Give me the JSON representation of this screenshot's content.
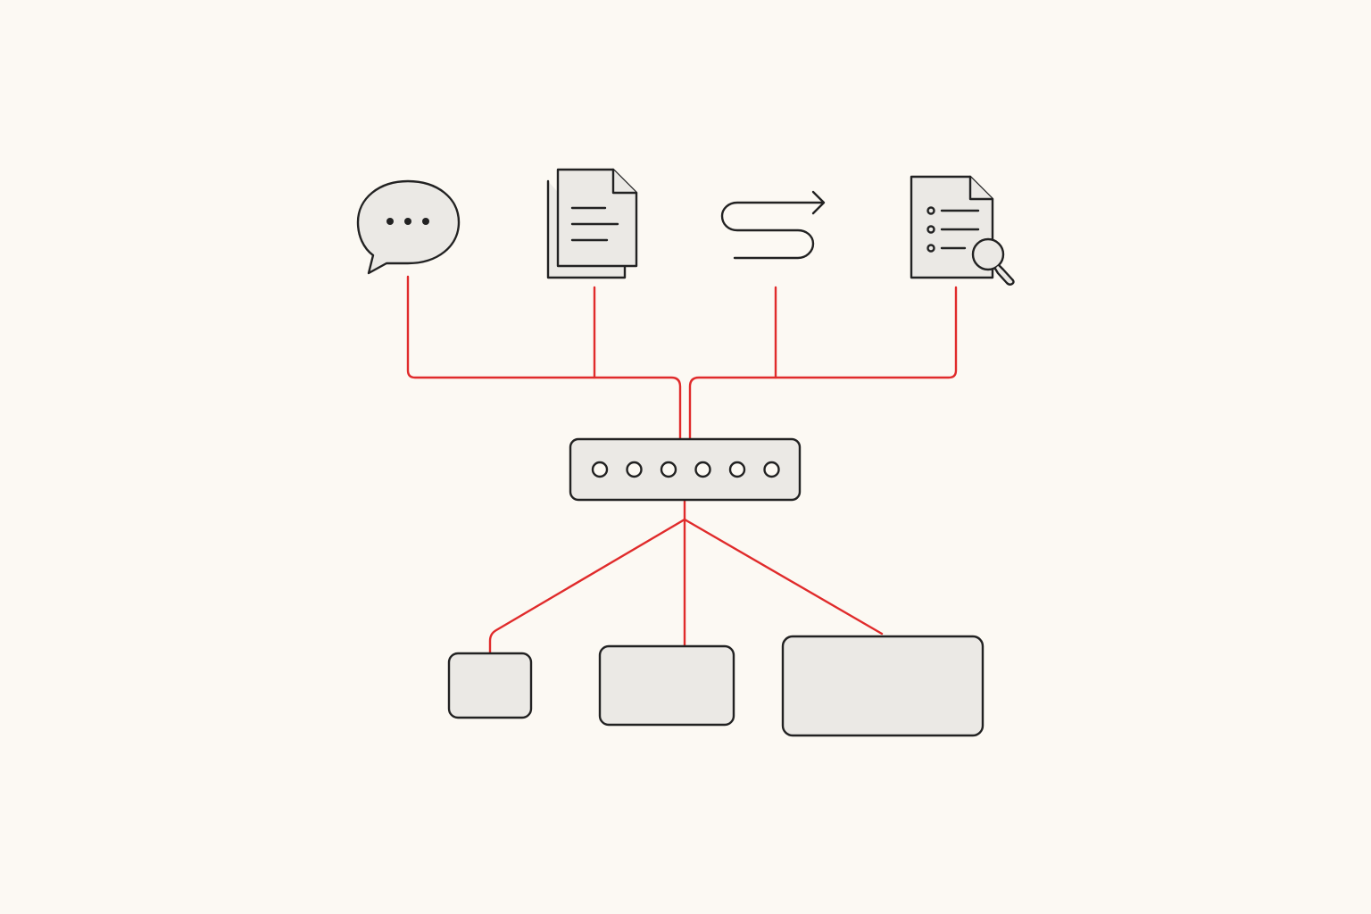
{
  "colors": {
    "background": "#fcf9f3",
    "connector": "#e02b2b",
    "stroke": "#222222",
    "fill": "#ebe9e5"
  },
  "inputs": [
    {
      "icon": "speech-bubble-icon"
    },
    {
      "icon": "document-stack-icon"
    },
    {
      "icon": "winding-arrow-icon"
    },
    {
      "icon": "document-search-icon"
    }
  ],
  "hub": {
    "icon": "switch-hub-icon",
    "port_count": 6
  },
  "outputs": [
    {
      "icon": "output-box-small"
    },
    {
      "icon": "output-box-medium"
    },
    {
      "icon": "output-box-large"
    }
  ]
}
